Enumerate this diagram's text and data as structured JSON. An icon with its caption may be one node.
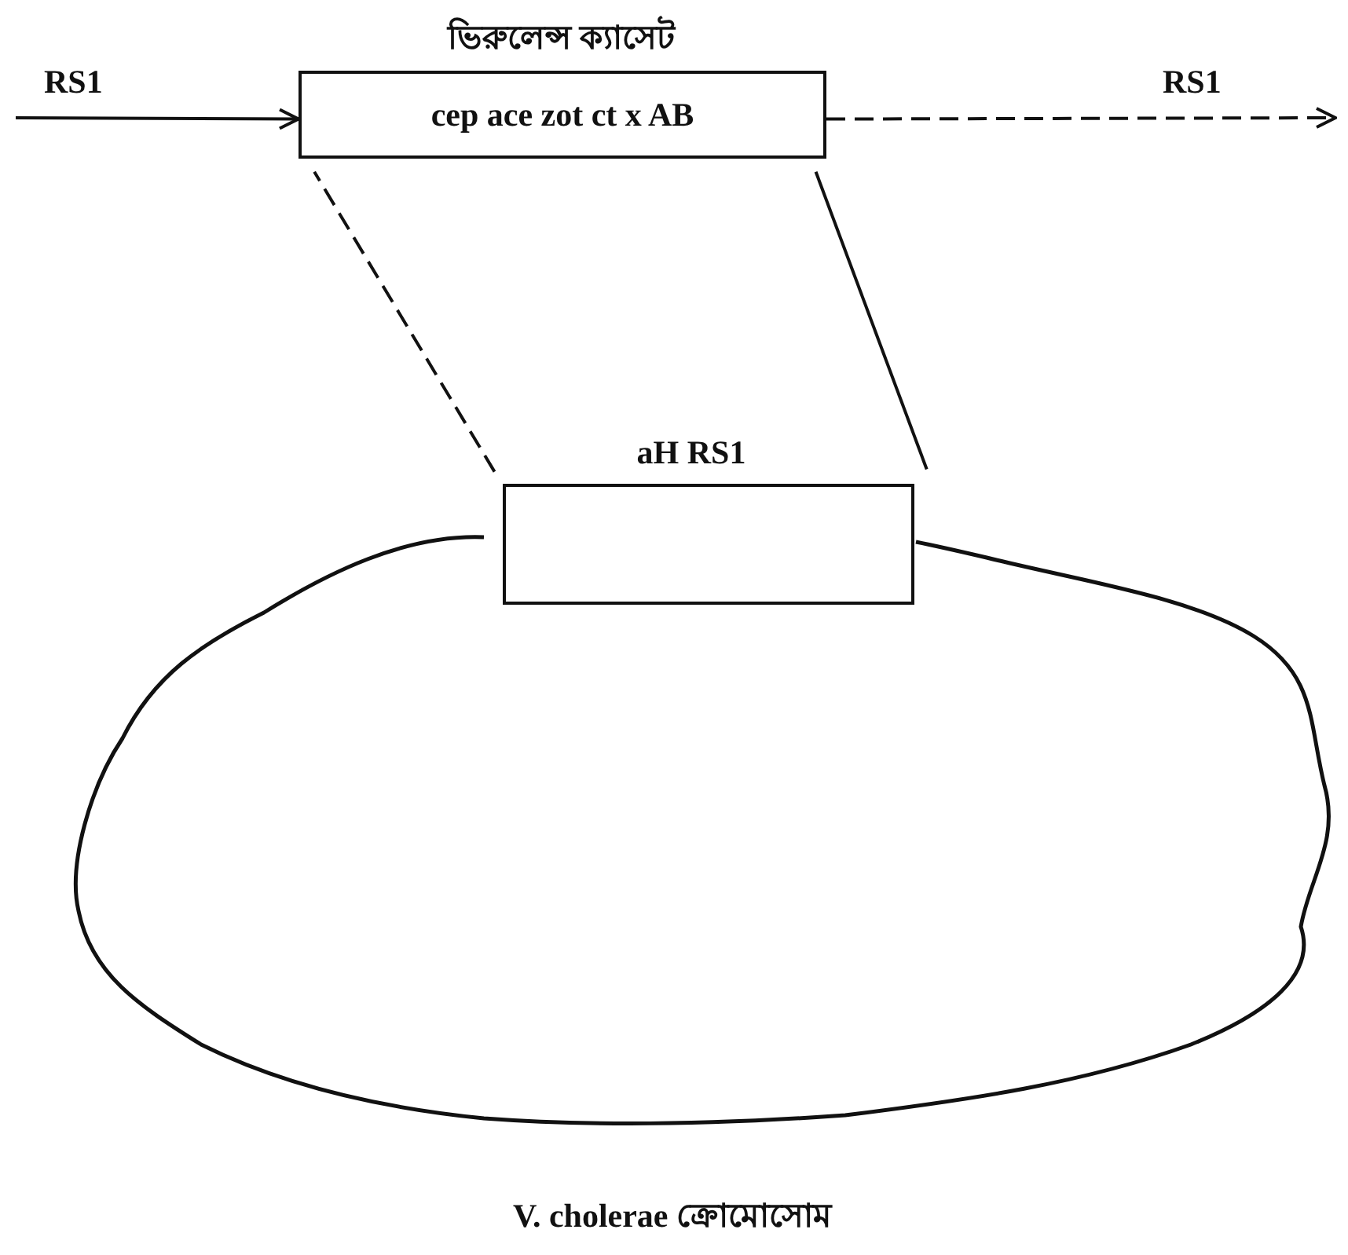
{
  "diagram": {
    "nodes": [
      {
        "text": [
          "ভিরুলেন্স ক্যাসেট",
          "cep ace zot ct x AB"
        ]
      },
      {
        "text": [
          "aH RS1"
        ]
      },
      {
        "text": [
          "V. cholerae ক্রোমোসোম"
        ]
      }
    ],
    "edges": [
      {
        "from": null,
        "to": 0,
        "arrow": "to",
        "label": "RS1"
      },
      {
        "from": 0,
        "to": null,
        "arrow": "to",
        "label": "RS1",
        "style": "dashed"
      },
      {
        "from": 1,
        "to": 0,
        "arrow": "none",
        "style": "dashed"
      },
      {
        "from": 1,
        "to": 0,
        "arrow": "none"
      }
    ]
  }
}
